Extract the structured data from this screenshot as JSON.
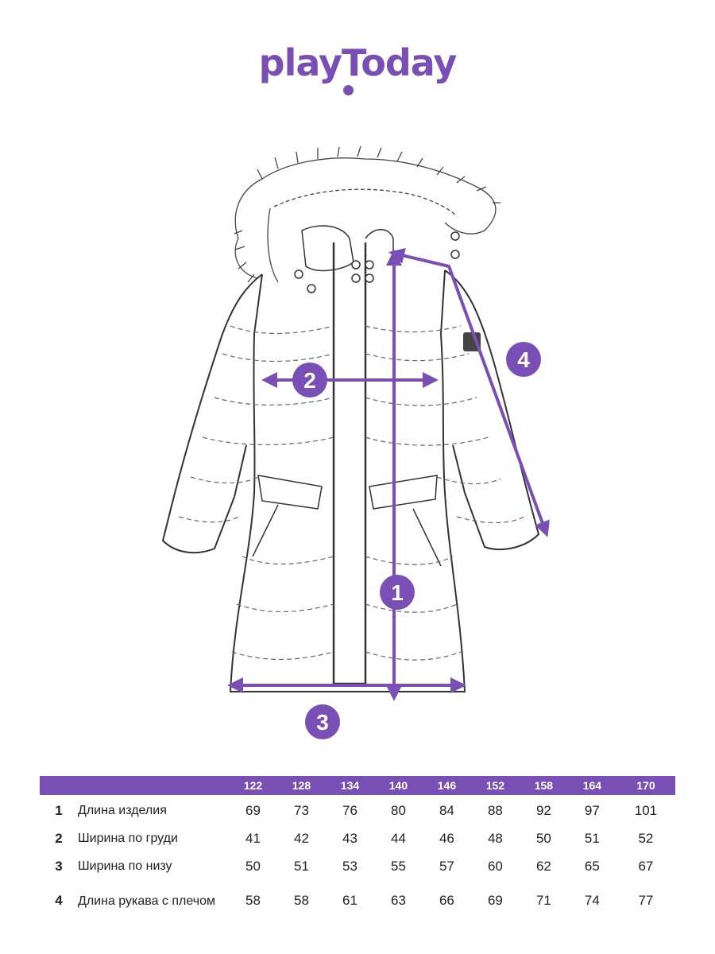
{
  "brand": {
    "logo_text": "playToday",
    "accent_color": "#7a4fb5"
  },
  "markers": {
    "m1": "1",
    "m2": "2",
    "m3": "3",
    "m4": "4"
  },
  "table": {
    "sizes": [
      "122",
      "128",
      "134",
      "140",
      "146",
      "152",
      "158",
      "164",
      "170"
    ],
    "rows": [
      {
        "num": "1",
        "label": "Длина изделия",
        "values": [
          "69",
          "73",
          "76",
          "80",
          "84",
          "88",
          "92",
          "97",
          "101"
        ]
      },
      {
        "num": "2",
        "label": "Ширина по груди",
        "values": [
          "41",
          "42",
          "43",
          "44",
          "46",
          "48",
          "50",
          "51",
          "52"
        ]
      },
      {
        "num": "3",
        "label": "Ширина по низу",
        "values": [
          "50",
          "51",
          "53",
          "55",
          "57",
          "60",
          "62",
          "65",
          "67"
        ]
      },
      {
        "num": "4",
        "label": "Длина рукава с плечом",
        "values": [
          "58",
          "58",
          "61",
          "63",
          "66",
          "69",
          "71",
          "74",
          "77"
        ]
      }
    ]
  }
}
